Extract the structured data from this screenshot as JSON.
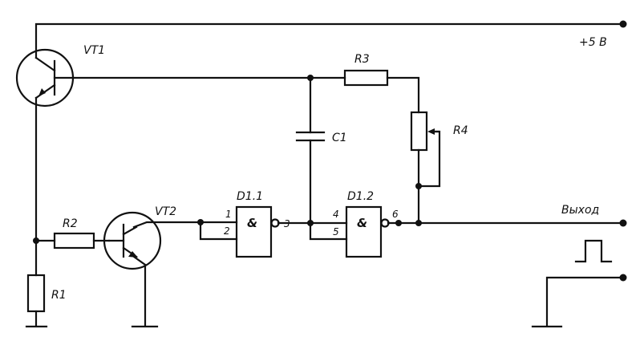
{
  "labels": {
    "vt1": "VT1",
    "vt2": "VT2",
    "r1": "R1",
    "r2": "R2",
    "r3": "R3",
    "r4": "R4",
    "c1": "C1",
    "d11": "D1.1",
    "d12": "D1.2",
    "supply": "+5 В",
    "output": "Выход"
  },
  "gate1": {
    "symbol": "&",
    "in_a": "1",
    "in_b": "2",
    "out": "3"
  },
  "gate2": {
    "symbol": "&",
    "in_a": "4",
    "in_b": "5",
    "out": "6"
  }
}
